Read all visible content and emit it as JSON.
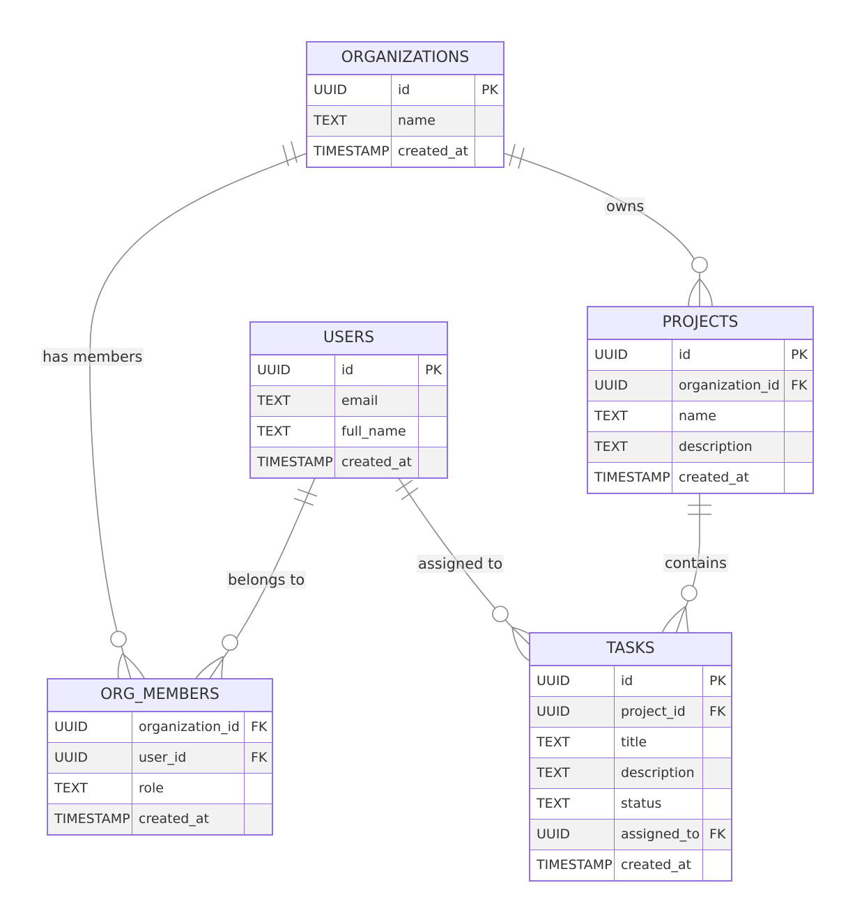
{
  "entities": {
    "organizations": {
      "name": "ORGANIZATIONS",
      "attributes": [
        {
          "type": "UUID",
          "name": "id",
          "key": "PK"
        },
        {
          "type": "TEXT",
          "name": "name",
          "key": ""
        },
        {
          "type": "TIMESTAMP",
          "name": "created_at",
          "key": ""
        }
      ]
    },
    "users": {
      "name": "USERS",
      "attributes": [
        {
          "type": "UUID",
          "name": "id",
          "key": "PK"
        },
        {
          "type": "TEXT",
          "name": "email",
          "key": ""
        },
        {
          "type": "TEXT",
          "name": "full_name",
          "key": ""
        },
        {
          "type": "TIMESTAMP",
          "name": "created_at",
          "key": ""
        }
      ]
    },
    "projects": {
      "name": "PROJECTS",
      "attributes": [
        {
          "type": "UUID",
          "name": "id",
          "key": "PK"
        },
        {
          "type": "UUID",
          "name": "organization_id",
          "key": "FK"
        },
        {
          "type": "TEXT",
          "name": "name",
          "key": ""
        },
        {
          "type": "TEXT",
          "name": "description",
          "key": ""
        },
        {
          "type": "TIMESTAMP",
          "name": "created_at",
          "key": ""
        }
      ]
    },
    "org_members": {
      "name": "ORG_MEMBERS",
      "attributes": [
        {
          "type": "UUID",
          "name": "organization_id",
          "key": "FK"
        },
        {
          "type": "UUID",
          "name": "user_id",
          "key": "FK"
        },
        {
          "type": "TEXT",
          "name": "role",
          "key": ""
        },
        {
          "type": "TIMESTAMP",
          "name": "created_at",
          "key": ""
        }
      ]
    },
    "tasks": {
      "name": "TASKS",
      "attributes": [
        {
          "type": "UUID",
          "name": "id",
          "key": "PK"
        },
        {
          "type": "UUID",
          "name": "project_id",
          "key": "FK"
        },
        {
          "type": "TEXT",
          "name": "title",
          "key": ""
        },
        {
          "type": "TEXT",
          "name": "description",
          "key": ""
        },
        {
          "type": "TEXT",
          "name": "status",
          "key": ""
        },
        {
          "type": "UUID",
          "name": "assigned_to",
          "key": "FK"
        },
        {
          "type": "TIMESTAMP",
          "name": "created_at",
          "key": ""
        }
      ]
    }
  },
  "relationships": {
    "has_members": {
      "label": "has members",
      "from": "ORGANIZATIONS",
      "to": "ORG_MEMBERS",
      "from_cardinality": "exactly-one",
      "to_cardinality": "zero-or-many"
    },
    "owns": {
      "label": "owns",
      "from": "ORGANIZATIONS",
      "to": "PROJECTS",
      "from_cardinality": "exactly-one",
      "to_cardinality": "zero-or-many"
    },
    "belongs_to": {
      "label": "belongs to",
      "from": "USERS",
      "to": "ORG_MEMBERS",
      "from_cardinality": "exactly-one",
      "to_cardinality": "zero-or-many"
    },
    "assigned_to": {
      "label": "assigned to",
      "from": "USERS",
      "to": "TASKS",
      "from_cardinality": "exactly-one",
      "to_cardinality": "zero-or-many"
    },
    "contains": {
      "label": "contains",
      "from": "PROJECTS",
      "to": "TASKS",
      "from_cardinality": "exactly-one",
      "to_cardinality": "zero-or-many"
    }
  },
  "colors": {
    "entity_border": "#9370db",
    "entity_header": "#ececff",
    "row_alt": "#f2f2f2",
    "edge": "#888888",
    "text": "#333333"
  }
}
